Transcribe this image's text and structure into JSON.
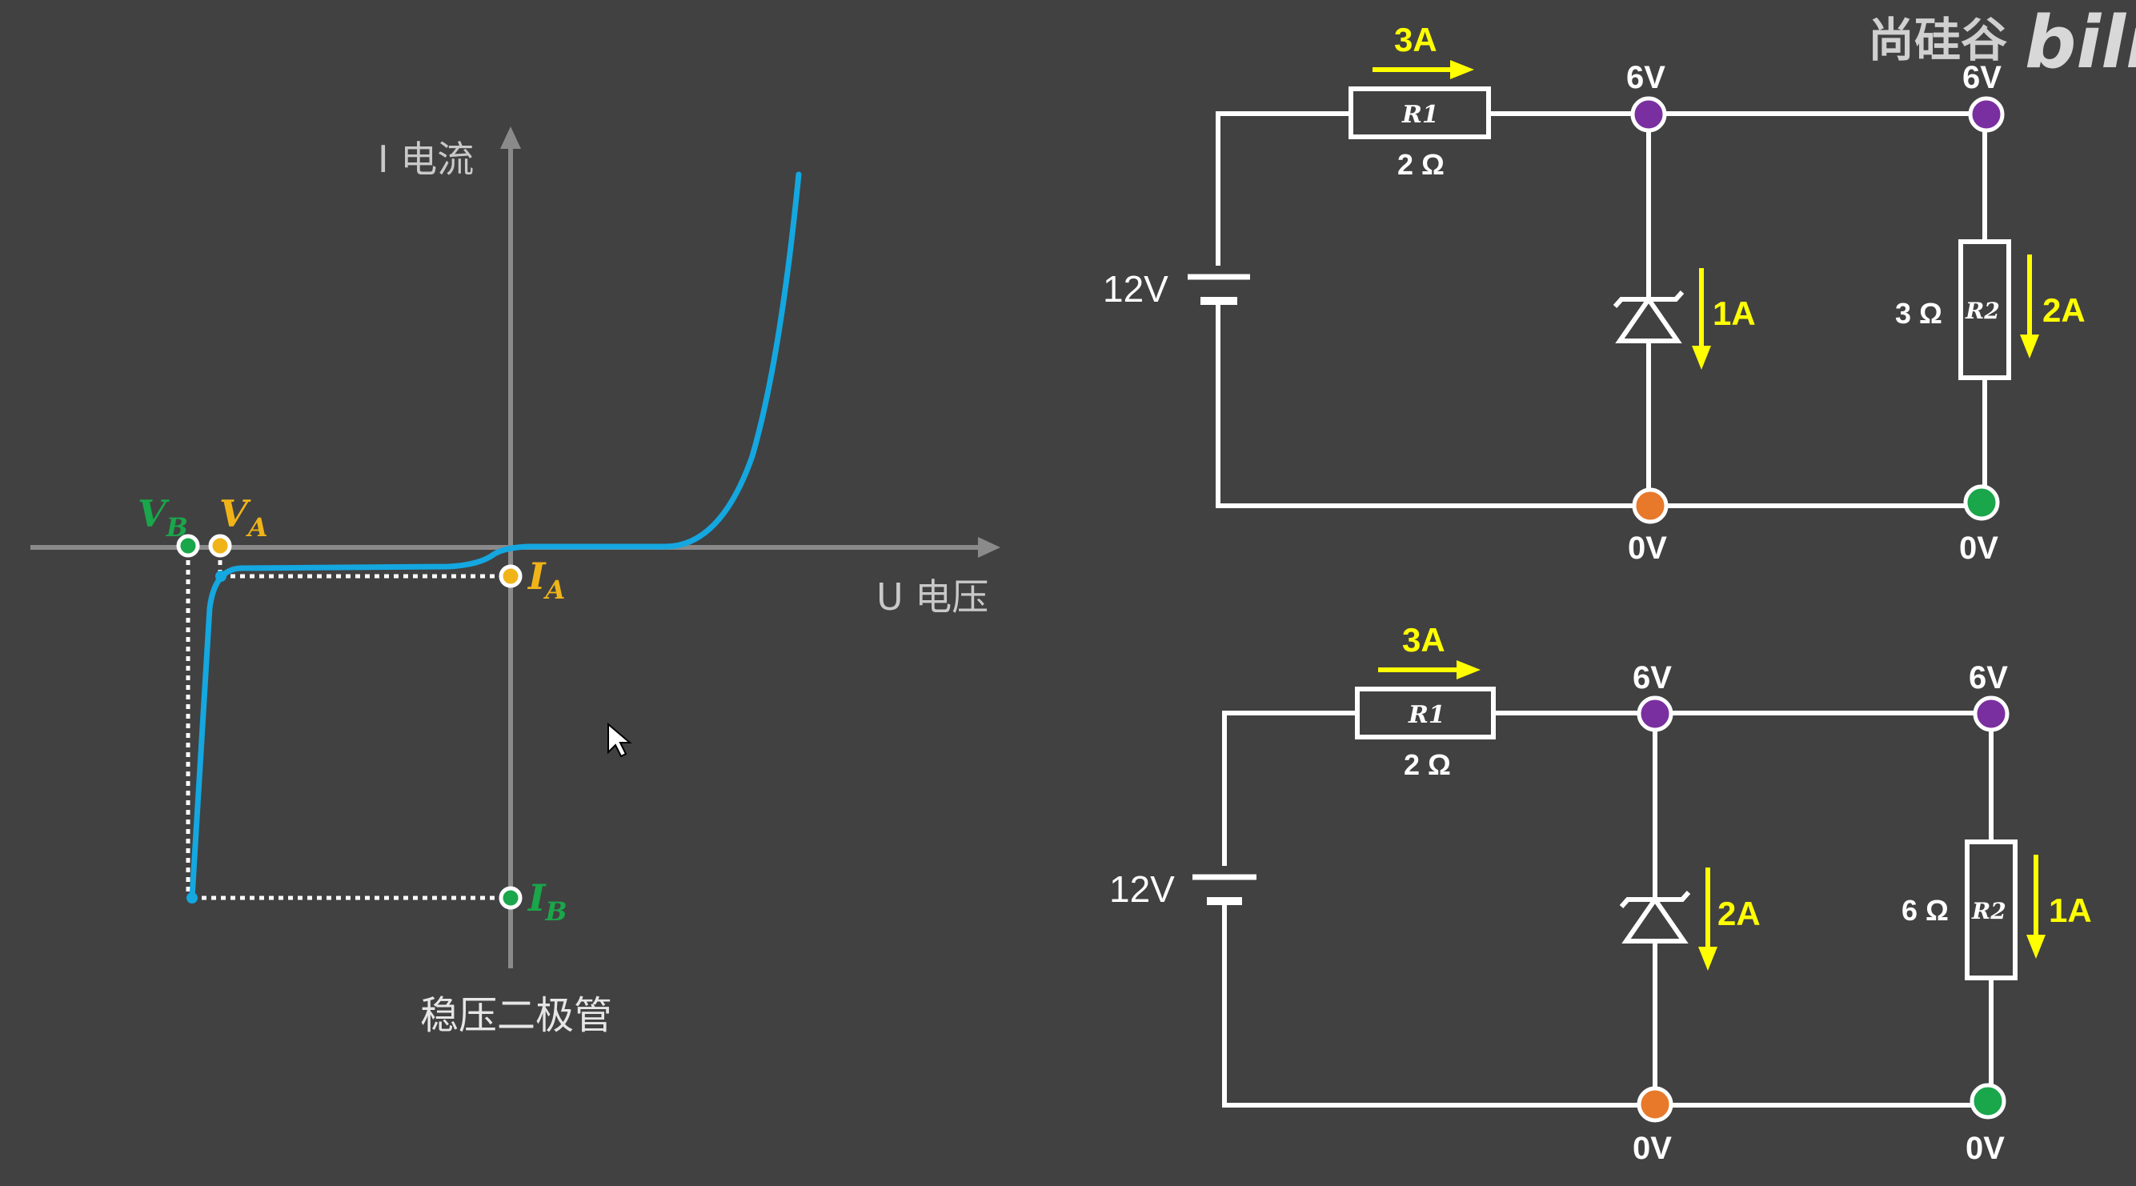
{
  "graph": {
    "y_axis_label": "I 电流",
    "x_axis_label": "U 电压",
    "caption": "稳压二极管",
    "points": {
      "va": {
        "main": "V",
        "sub": "A"
      },
      "vb": {
        "main": "V",
        "sub": "B"
      },
      "ia": {
        "main": "I",
        "sub": "A"
      },
      "ib": {
        "main": "I",
        "sub": "B"
      }
    },
    "colors": {
      "curve": "#14a7e0",
      "a_point": "#f0b419",
      "b_point": "#1aa64a",
      "axis": "#8a8a8a"
    }
  },
  "circuits": [
    {
      "battery": "12V",
      "r1": {
        "name": "R1",
        "value": "2 Ω"
      },
      "r2": {
        "name": "R2",
        "value": "3 Ω"
      },
      "total_current": "3A",
      "zener_current": "1A",
      "r2_current": "2A",
      "top_nodes": [
        "6V",
        "6V"
      ],
      "bottom_nodes": [
        "0V",
        "0V"
      ]
    },
    {
      "battery": "12V",
      "r1": {
        "name": "R1",
        "value": "2 Ω"
      },
      "r2": {
        "name": "R2",
        "value": "6 Ω"
      },
      "total_current": "3A",
      "zener_current": "2A",
      "r2_current": "1A",
      "top_nodes": [
        "6V",
        "6V"
      ],
      "bottom_nodes": [
        "0V",
        "0V"
      ]
    }
  ],
  "node_colors": {
    "high": "#7a2fa0",
    "zener_low": "#e8782a",
    "r2_low": "#1aa64a"
  },
  "current_color": "#ffff00",
  "watermark": {
    "text": "尚硅谷",
    "logo": "bilibili"
  }
}
